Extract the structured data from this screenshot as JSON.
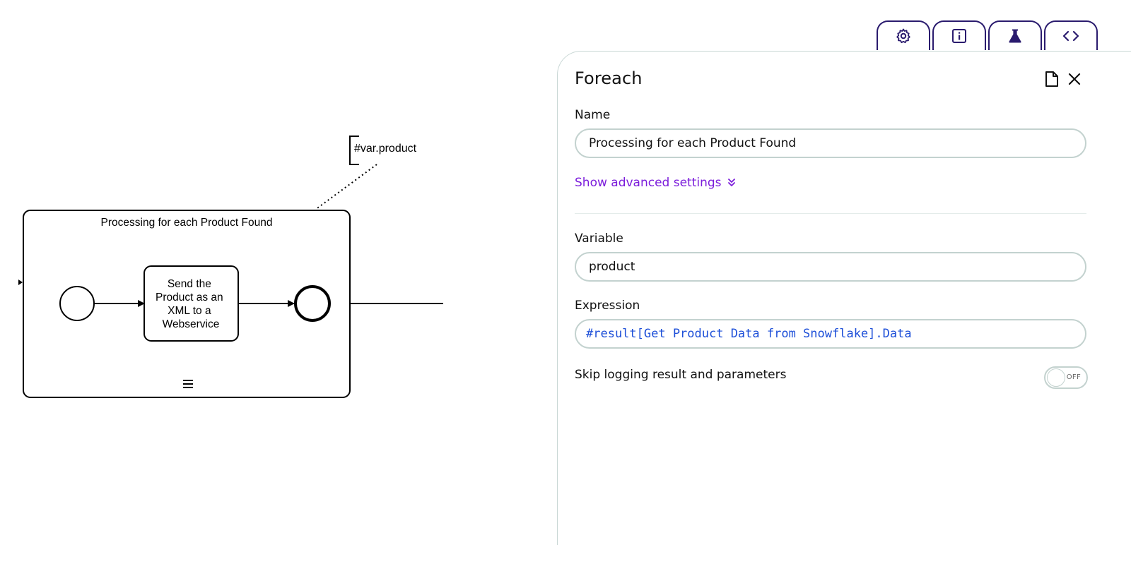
{
  "canvas": {
    "annotation_text": "#var.product",
    "subprocess_label": "Processing for each Product Found",
    "task_label_lines": [
      "Send the",
      "Product as an",
      "XML to a",
      "Webservice"
    ],
    "loop_marker_icon": "multi-instance-sequential-icon"
  },
  "tabs": [
    {
      "icon": "gear-icon",
      "active": false
    },
    {
      "icon": "info-icon",
      "active": false
    },
    {
      "icon": "flask-icon",
      "active": true
    },
    {
      "icon": "code-icon",
      "active": false
    }
  ],
  "panel": {
    "title": "Foreach",
    "name_label": "Name",
    "name_value": "Processing for each Product Found",
    "advanced_label": "Show advanced settings",
    "variable_label": "Variable",
    "variable_value": "product",
    "expression_label": "Expression",
    "expression_value": "#result[Get Product Data from Snowflake].Data",
    "skip_logging_label": "Skip logging result and parameters",
    "skip_logging_state": "OFF"
  },
  "colors": {
    "tab_border": "#2a1b6e",
    "link": "#7c1ddb",
    "expression_text": "#1d4fd8",
    "field_border": "#c3d2cf"
  }
}
